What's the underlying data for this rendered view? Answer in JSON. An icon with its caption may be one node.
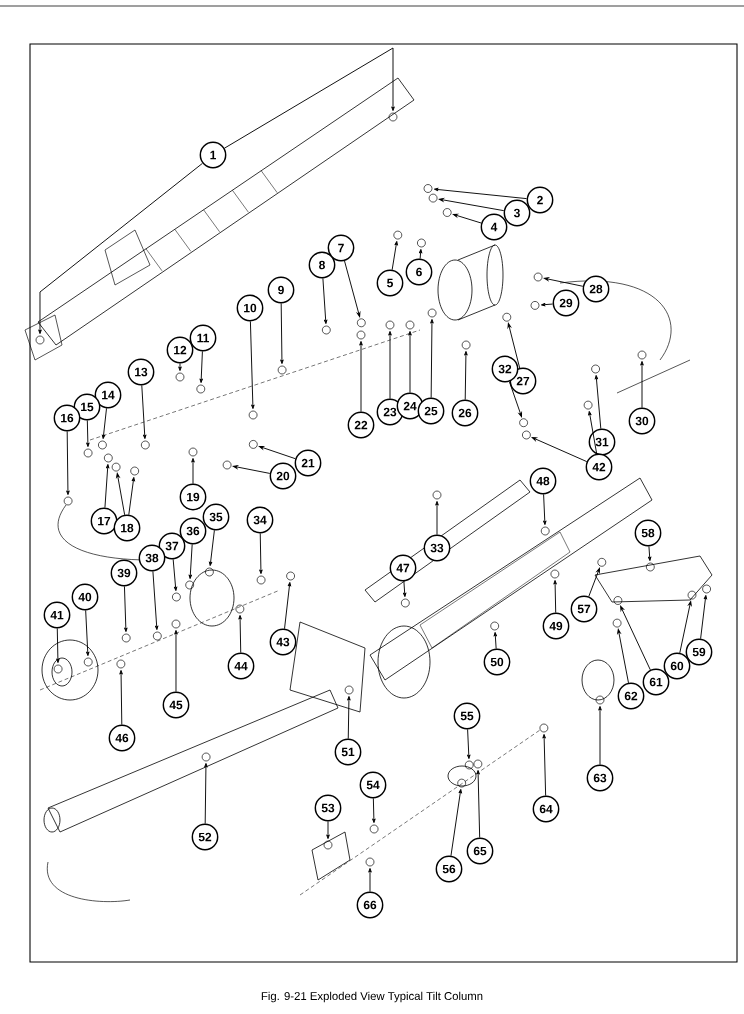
{
  "diagram": {
    "caption": "Fig. 9-21   Exploded View Typical Tilt Column",
    "nodes": [
      {
        "text": [
          "1"
        ]
      },
      {
        "text": [
          "2"
        ]
      },
      {
        "text": [
          "3"
        ]
      },
      {
        "text": [
          "4"
        ]
      },
      {
        "text": [
          "5"
        ]
      },
      {
        "text": [
          "6"
        ]
      },
      {
        "text": [
          "7"
        ]
      },
      {
        "text": [
          "8"
        ]
      },
      {
        "text": [
          "9"
        ]
      },
      {
        "text": [
          "10"
        ]
      },
      {
        "text": [
          "11"
        ]
      },
      {
        "text": [
          "12"
        ]
      },
      {
        "text": [
          "13"
        ]
      },
      {
        "text": [
          "14"
        ]
      },
      {
        "text": [
          "15"
        ]
      },
      {
        "text": [
          "16"
        ]
      },
      {
        "text": [
          "17"
        ]
      },
      {
        "text": [
          "18"
        ]
      },
      {
        "text": [
          "19"
        ]
      },
      {
        "text": [
          "20"
        ]
      },
      {
        "text": [
          "21"
        ]
      },
      {
        "text": [
          "22"
        ]
      },
      {
        "text": [
          "23"
        ]
      },
      {
        "text": [
          "24"
        ]
      },
      {
        "text": [
          "25"
        ]
      },
      {
        "text": [
          "26"
        ]
      },
      {
        "text": [
          "27"
        ]
      },
      {
        "text": [
          "28"
        ]
      },
      {
        "text": [
          "29"
        ]
      },
      {
        "text": [
          "30"
        ]
      },
      {
        "text": [
          "31"
        ]
      },
      {
        "text": [
          "32"
        ]
      },
      {
        "text": [
          "33"
        ]
      },
      {
        "text": [
          "34"
        ]
      },
      {
        "text": [
          "35"
        ]
      },
      {
        "text": [
          "36"
        ]
      },
      {
        "text": [
          "37"
        ]
      },
      {
        "text": [
          "38"
        ]
      },
      {
        "text": [
          "39"
        ]
      },
      {
        "text": [
          "40"
        ]
      },
      {
        "text": [
          "41"
        ]
      },
      {
        "text": [
          "42"
        ]
      },
      {
        "text": [
          "43"
        ]
      },
      {
        "text": [
          "44"
        ]
      },
      {
        "text": [
          "45"
        ]
      },
      {
        "text": [
          "46"
        ]
      },
      {
        "text": [
          "47"
        ]
      },
      {
        "text": [
          "48"
        ]
      },
      {
        "text": [
          "49"
        ]
      },
      {
        "text": [
          "50"
        ]
      },
      {
        "text": [
          "51"
        ]
      },
      {
        "text": [
          "52"
        ]
      },
      {
        "text": [
          "53"
        ]
      },
      {
        "text": [
          "54"
        ]
      },
      {
        "text": [
          "55"
        ]
      },
      {
        "text": [
          "56"
        ]
      },
      {
        "text": [
          "57"
        ]
      },
      {
        "text": [
          "58"
        ]
      },
      {
        "text": [
          "59"
        ]
      },
      {
        "text": [
          "60"
        ]
      },
      {
        "text": [
          "61"
        ]
      },
      {
        "text": [
          "62"
        ]
      },
      {
        "text": [
          "63"
        ]
      },
      {
        "text": [
          "64"
        ]
      },
      {
        "text": [
          "65"
        ]
      },
      {
        "text": [
          "66"
        ]
      }
    ],
    "edges": [
      {
        "from": 0,
        "to": null,
        "arrow": "to"
      },
      {
        "from": 0,
        "to": null,
        "arrow": "to"
      },
      {
        "from": 1,
        "to": null,
        "arrow": "to"
      },
      {
        "from": 2,
        "to": null,
        "arrow": "to"
      },
      {
        "from": 3,
        "to": null,
        "arrow": "to"
      },
      {
        "from": 4,
        "to": null,
        "arrow": "to"
      },
      {
        "from": 5,
        "to": null,
        "arrow": "to"
      },
      {
        "from": 6,
        "to": null,
        "arrow": "to"
      },
      {
        "from": 7,
        "to": null,
        "arrow": "to"
      },
      {
        "from": 8,
        "to": null,
        "arrow": "to"
      },
      {
        "from": 9,
        "to": null,
        "arrow": "to"
      },
      {
        "from": 10,
        "to": null,
        "arrow": "to"
      },
      {
        "from": 11,
        "to": null,
        "arrow": "to"
      },
      {
        "from": 12,
        "to": null,
        "arrow": "to"
      },
      {
        "from": 13,
        "to": null,
        "arrow": "to"
      },
      {
        "from": 14,
        "to": null,
        "arrow": "to"
      },
      {
        "from": 15,
        "to": null,
        "arrow": "to"
      },
      {
        "from": 16,
        "to": null,
        "arrow": "to"
      },
      {
        "from": 17,
        "to": null,
        "arrow": "to"
      },
      {
        "from": 17,
        "to": null,
        "arrow": "to"
      },
      {
        "from": 18,
        "to": null,
        "arrow": "to"
      },
      {
        "from": 19,
        "to": null,
        "arrow": "to"
      },
      {
        "from": 20,
        "to": null,
        "arrow": "to"
      },
      {
        "from": 21,
        "to": null,
        "arrow": "to"
      },
      {
        "from": 22,
        "to": null,
        "arrow": "to"
      },
      {
        "from": 23,
        "to": null,
        "arrow": "to"
      },
      {
        "from": 24,
        "to": null,
        "arrow": "to"
      },
      {
        "from": 25,
        "to": null,
        "arrow": "to"
      },
      {
        "from": 26,
        "to": null,
        "arrow": "to"
      },
      {
        "from": 27,
        "to": null,
        "arrow": "to"
      },
      {
        "from": 28,
        "to": null,
        "arrow": "to"
      },
      {
        "from": 29,
        "to": null,
        "arrow": "to"
      },
      {
        "from": 30,
        "to": null,
        "arrow": "to"
      },
      {
        "from": 31,
        "to": null,
        "arrow": "to"
      },
      {
        "from": 32,
        "to": null,
        "arrow": "to"
      },
      {
        "from": 33,
        "to": null,
        "arrow": "to"
      },
      {
        "from": 34,
        "to": null,
        "arrow": "to"
      },
      {
        "from": 35,
        "to": null,
        "arrow": "to"
      },
      {
        "from": 36,
        "to": null,
        "arrow": "to"
      },
      {
        "from": 37,
        "to": null,
        "arrow": "to"
      },
      {
        "from": 38,
        "to": null,
        "arrow": "to"
      },
      {
        "from": 39,
        "to": null,
        "arrow": "to"
      },
      {
        "from": 40,
        "to": null,
        "arrow": "to"
      },
      {
        "from": 41,
        "to": null,
        "arrow": "to"
      },
      {
        "from": 41,
        "to": null,
        "arrow": "to"
      },
      {
        "from": 42,
        "to": null,
        "arrow": "to"
      },
      {
        "from": 43,
        "to": null,
        "arrow": "to"
      },
      {
        "from": 44,
        "to": null,
        "arrow": "to"
      },
      {
        "from": 45,
        "to": null,
        "arrow": "to"
      },
      {
        "from": 46,
        "to": null,
        "arrow": "to"
      },
      {
        "from": 47,
        "to": null,
        "arrow": "to"
      },
      {
        "from": 48,
        "to": null,
        "arrow": "to"
      },
      {
        "from": 49,
        "to": null,
        "arrow": "to"
      },
      {
        "from": 50,
        "to": null,
        "arrow": "to"
      },
      {
        "from": 51,
        "to": null,
        "arrow": "to"
      },
      {
        "from": 52,
        "to": null,
        "arrow": "to"
      },
      {
        "from": 53,
        "to": null,
        "arrow": "to"
      },
      {
        "from": 54,
        "to": null,
        "arrow": "to"
      },
      {
        "from": 55,
        "to": null,
        "arrow": "to"
      },
      {
        "from": 56,
        "to": null,
        "arrow": "to"
      },
      {
        "from": 57,
        "to": null,
        "arrow": "to"
      },
      {
        "from": 58,
        "to": null,
        "arrow": "to"
      },
      {
        "from": 59,
        "to": null,
        "arrow": "to"
      },
      {
        "from": 60,
        "to": null,
        "arrow": "to"
      },
      {
        "from": 61,
        "to": null,
        "arrow": "to"
      },
      {
        "from": 62,
        "to": null,
        "arrow": "to"
      },
      {
        "from": 63,
        "to": null,
        "arrow": "to"
      },
      {
        "from": 64,
        "to": null,
        "arrow": "to"
      },
      {
        "from": 65,
        "to": null,
        "arrow": "to"
      }
    ]
  }
}
